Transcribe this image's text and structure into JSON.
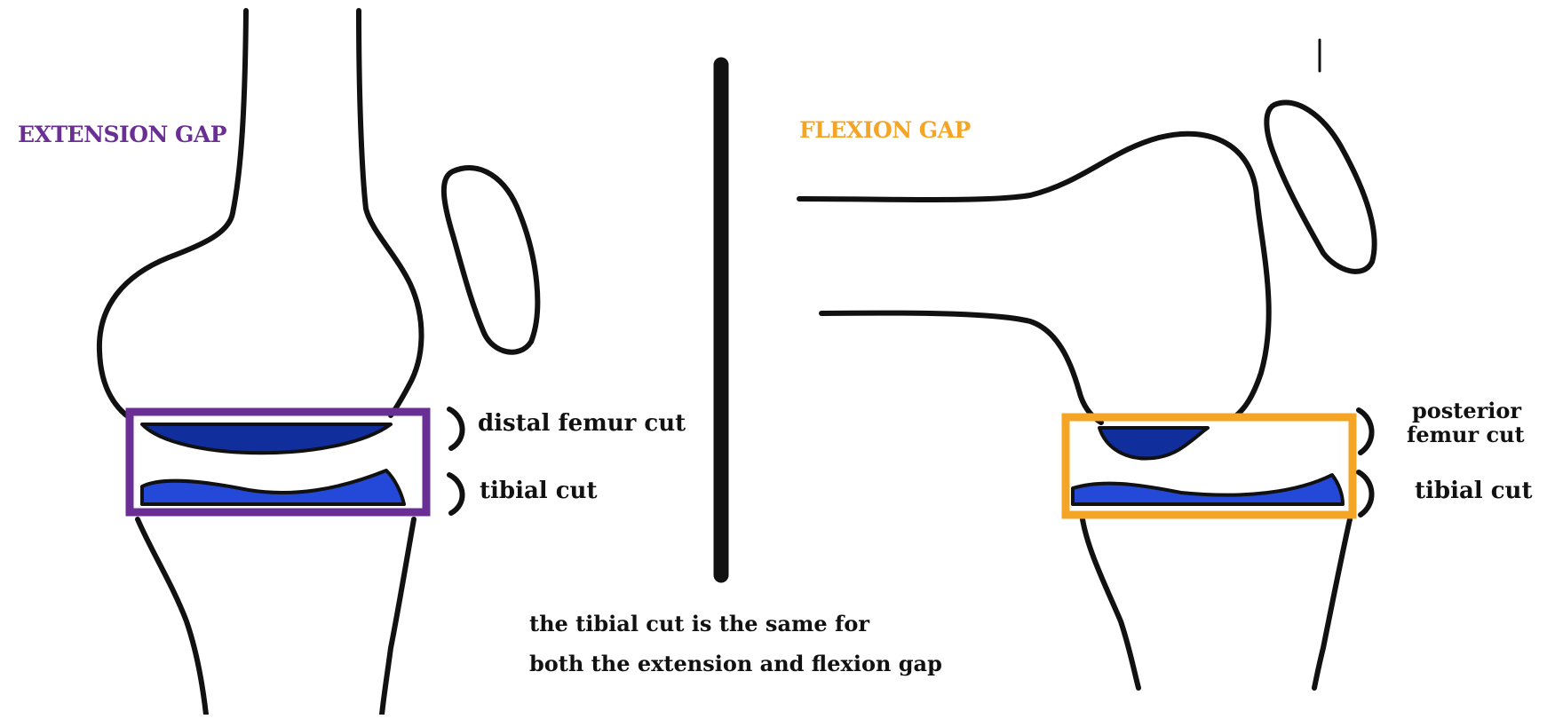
{
  "extension": {
    "title": "EXTENSION GAP",
    "title_color": "#6a2f94",
    "femur_label": "distal femur cut",
    "tibia_label": "tibial cut"
  },
  "flexion": {
    "title": "FLEXION GAP",
    "title_color": "#f5a526",
    "femur_label_line1": "posterior",
    "femur_label_line2": "femur cut",
    "tibia_label": "tibial cut"
  },
  "note": {
    "line1": "the tibial cut is the same for",
    "line2": "both the extension and flexion gap"
  },
  "colors": {
    "outline": "#111111",
    "femur_cut_fill": "#102f9c",
    "tibia_cut_fill": "#2449d8",
    "extension_box": "#6a2f94",
    "flexion_box": "#f5a526"
  }
}
